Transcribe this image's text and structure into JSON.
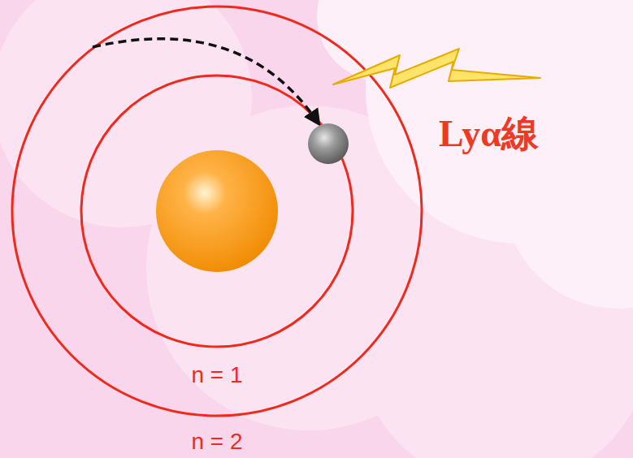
{
  "diagram": {
    "labels": [
      "Lyα線",
      "n = 1",
      "n = 2"
    ]
  }
}
